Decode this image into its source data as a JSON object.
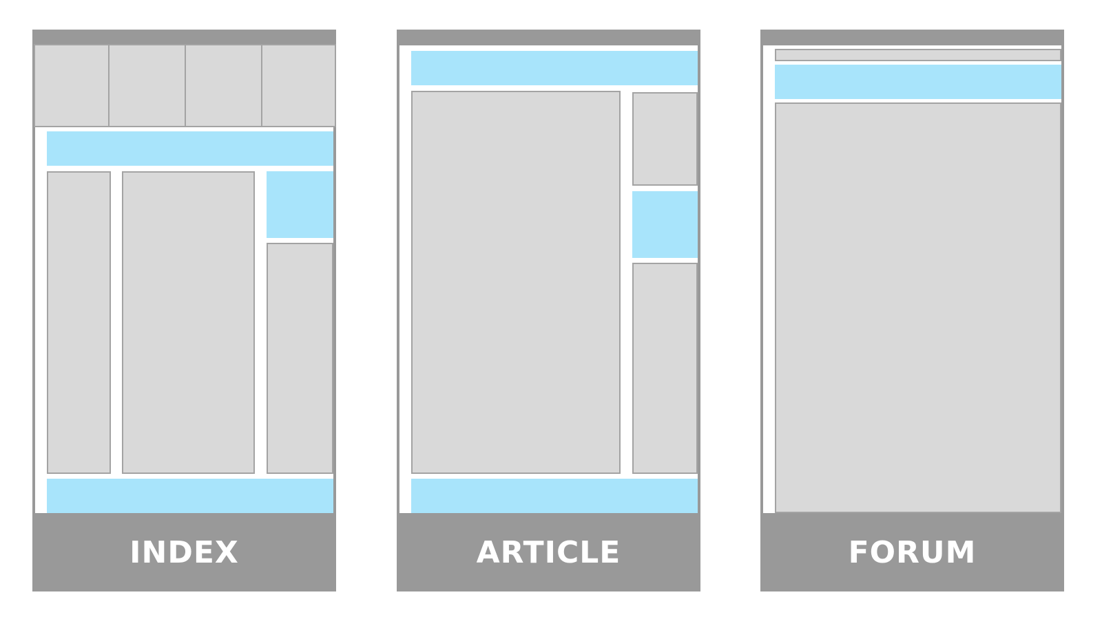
{
  "layouts": [
    {
      "id": "index",
      "label": "INDEX"
    },
    {
      "id": "article",
      "label": "ARTICLE"
    },
    {
      "id": "forum",
      "label": "FORUM"
    }
  ],
  "colors": {
    "frame": "#999999",
    "block": "#d9d9d9",
    "block_border": "#a3a3a3",
    "highlight": "#a8e4fb",
    "screen": "#ffffff"
  }
}
